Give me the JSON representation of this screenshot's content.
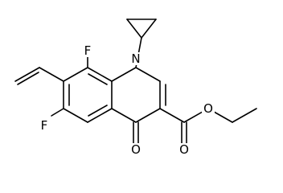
{
  "molecule": {
    "atoms": [
      {
        "id": "F8",
        "label": "F"
      },
      {
        "id": "N1",
        "label": "N"
      },
      {
        "id": "F6",
        "label": "F"
      },
      {
        "id": "O4",
        "label": "O"
      },
      {
        "id": "Oe",
        "label": "O"
      },
      {
        "id": "Oc",
        "label": "O"
      }
    ]
  },
  "colors": {
    "bond": "#000000",
    "text": "#000000",
    "background": "#ffffff"
  }
}
